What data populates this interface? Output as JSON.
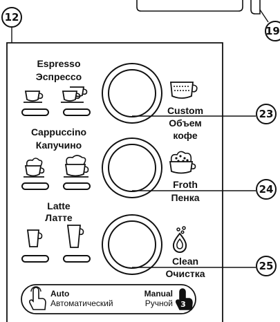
{
  "callouts": {
    "panel": "12",
    "top_right": "19",
    "volume": "23",
    "froth": "24",
    "clean": "25",
    "mode": "3"
  },
  "groups": {
    "espresso": {
      "label_en": "Espresso",
      "label_ru": "Эспрессо"
    },
    "cappuccino": {
      "label_en": "Cappuccino",
      "label_ru": "Капучино"
    },
    "latte": {
      "label_en": "Latte",
      "label_ru": "Латте"
    }
  },
  "knob_labels": {
    "custom_en": "Custom",
    "custom_ru_1": "Объем",
    "custom_ru_2": "кофе",
    "froth_en": "Froth",
    "froth_ru": "Пенка",
    "clean_en": "Clean",
    "clean_ru": "Очистка"
  },
  "mode_bar": {
    "auto_en": "Auto",
    "auto_ru": "Автоматический",
    "manual_en": "Manual",
    "manual_ru": "Ручной"
  },
  "icons": [
    "cup-small-icon",
    "cup-double-icon",
    "cappuccino-cup-icon",
    "latte-glass-icon",
    "measure-cup-icon",
    "froth-icon",
    "drop-icon",
    "hand-icon"
  ],
  "colors": {
    "line": "#111111",
    "fill": "#ffffff"
  }
}
